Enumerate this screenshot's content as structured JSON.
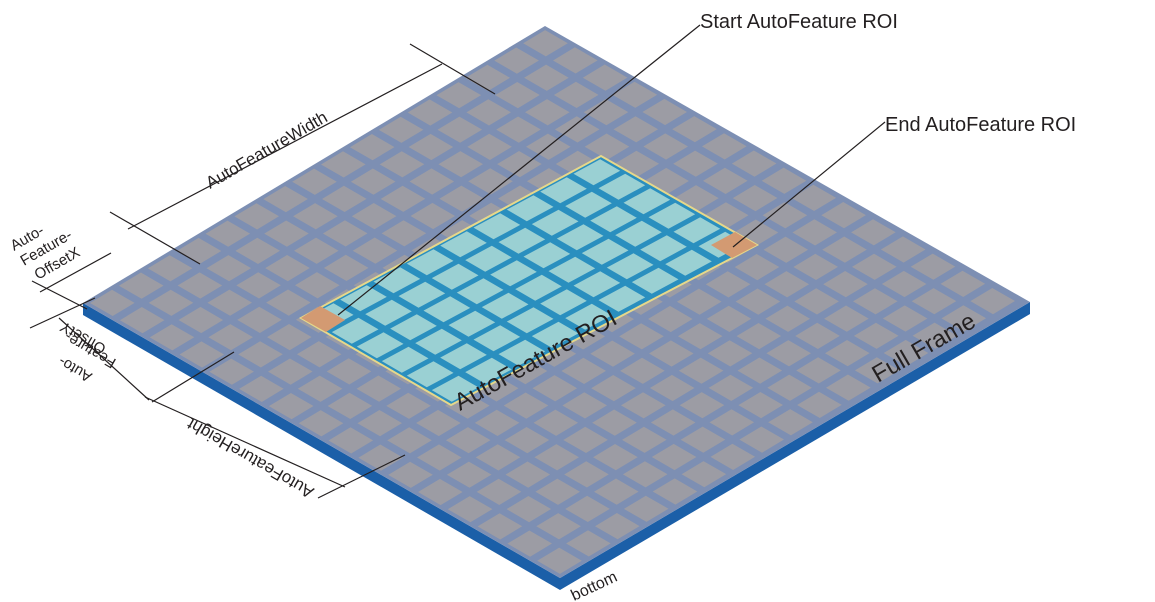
{
  "labels": {
    "start_roi": "Start AutoFeature ROI",
    "end_roi": "End AutoFeature ROI",
    "roi": "AutoFeature ROI",
    "full_frame": "Full Frame",
    "width": "AutoFeatureWidth",
    "height": "AutoFeatureHeight",
    "offset_x_line1": "Auto-",
    "offset_x_line2": "Feature-",
    "offset_x_line3": "OffsetX",
    "offset_y_line1": "Auto-",
    "offset_y_line2": "Feature-",
    "offset_y_line3": "OffsetY",
    "bottom": "bottom"
  },
  "grid": {
    "columns": 16,
    "rows": 16
  },
  "roi_cells": {
    "columns": 9,
    "rows": 6
  },
  "colors": {
    "pixel": "#9c9ca4",
    "grid_line": "#7d8fb3",
    "base_edge": "#1b5fa8",
    "roi_pixel": "#9ad0d3",
    "roi_grid_line": "#2a8fbf",
    "roi_border": "#e6d88a",
    "corner_pixel": "#d39a72",
    "annotation": "#231f20"
  }
}
